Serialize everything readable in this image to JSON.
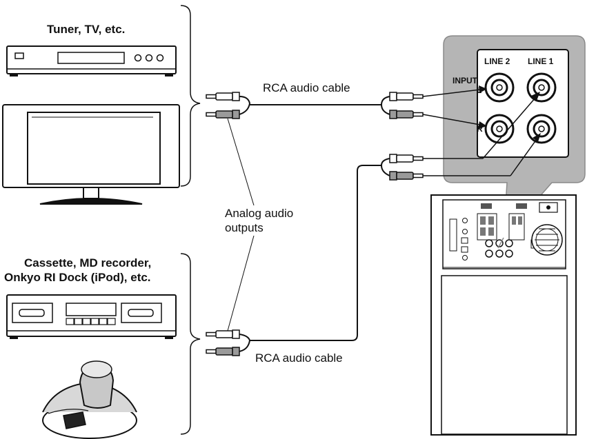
{
  "devices": {
    "group_top_label": "Tuner, TV, etc.",
    "group_bottom_label_line1": "Cassette, MD recorder,",
    "group_bottom_label_line2": "Onkyo RI Dock (iPod), etc."
  },
  "cables": {
    "top_label": "RCA audio cable",
    "bottom_label": "RCA audio cable"
  },
  "callout": {
    "line1": "Analog audio",
    "line2": "outputs"
  },
  "panel": {
    "line2_label": "LINE 2",
    "line1_label": "LINE 1",
    "input_label": "INPUT",
    "left_label": "L",
    "right_label": "R"
  },
  "colors": {
    "stroke": "#111111",
    "callout_panel": "#b5b5b5",
    "plug_light": "#ffffff",
    "plug_dark": "#9a9a9a"
  }
}
